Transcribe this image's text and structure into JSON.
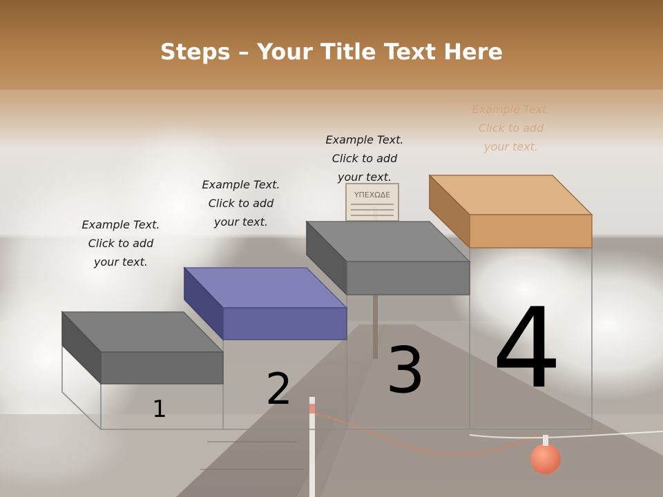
{
  "title": {
    "bold": "Steps",
    "rest": " – Your Title Text Here"
  },
  "steps": [
    {
      "number": "1",
      "lines": [
        "Example Text.",
        "Click  to add",
        "your text."
      ]
    },
    {
      "number": "2",
      "lines": [
        "Example Text.",
        "Click  to add",
        "your text."
      ]
    },
    {
      "number": "3",
      "lines": [
        "Example Text.",
        "Click  to add",
        "your text."
      ]
    },
    {
      "number": "4",
      "lines": [
        "Example Text.",
        "Click  to add",
        "your text."
      ]
    }
  ],
  "sign_text": "ΥΠΕΧΩΔΕ",
  "colors": {
    "header": "#b78450",
    "step1": "#6e6e6e",
    "step2": "#6a6aa4",
    "step3": "#7a7a7a",
    "step4": "#d6a878"
  }
}
